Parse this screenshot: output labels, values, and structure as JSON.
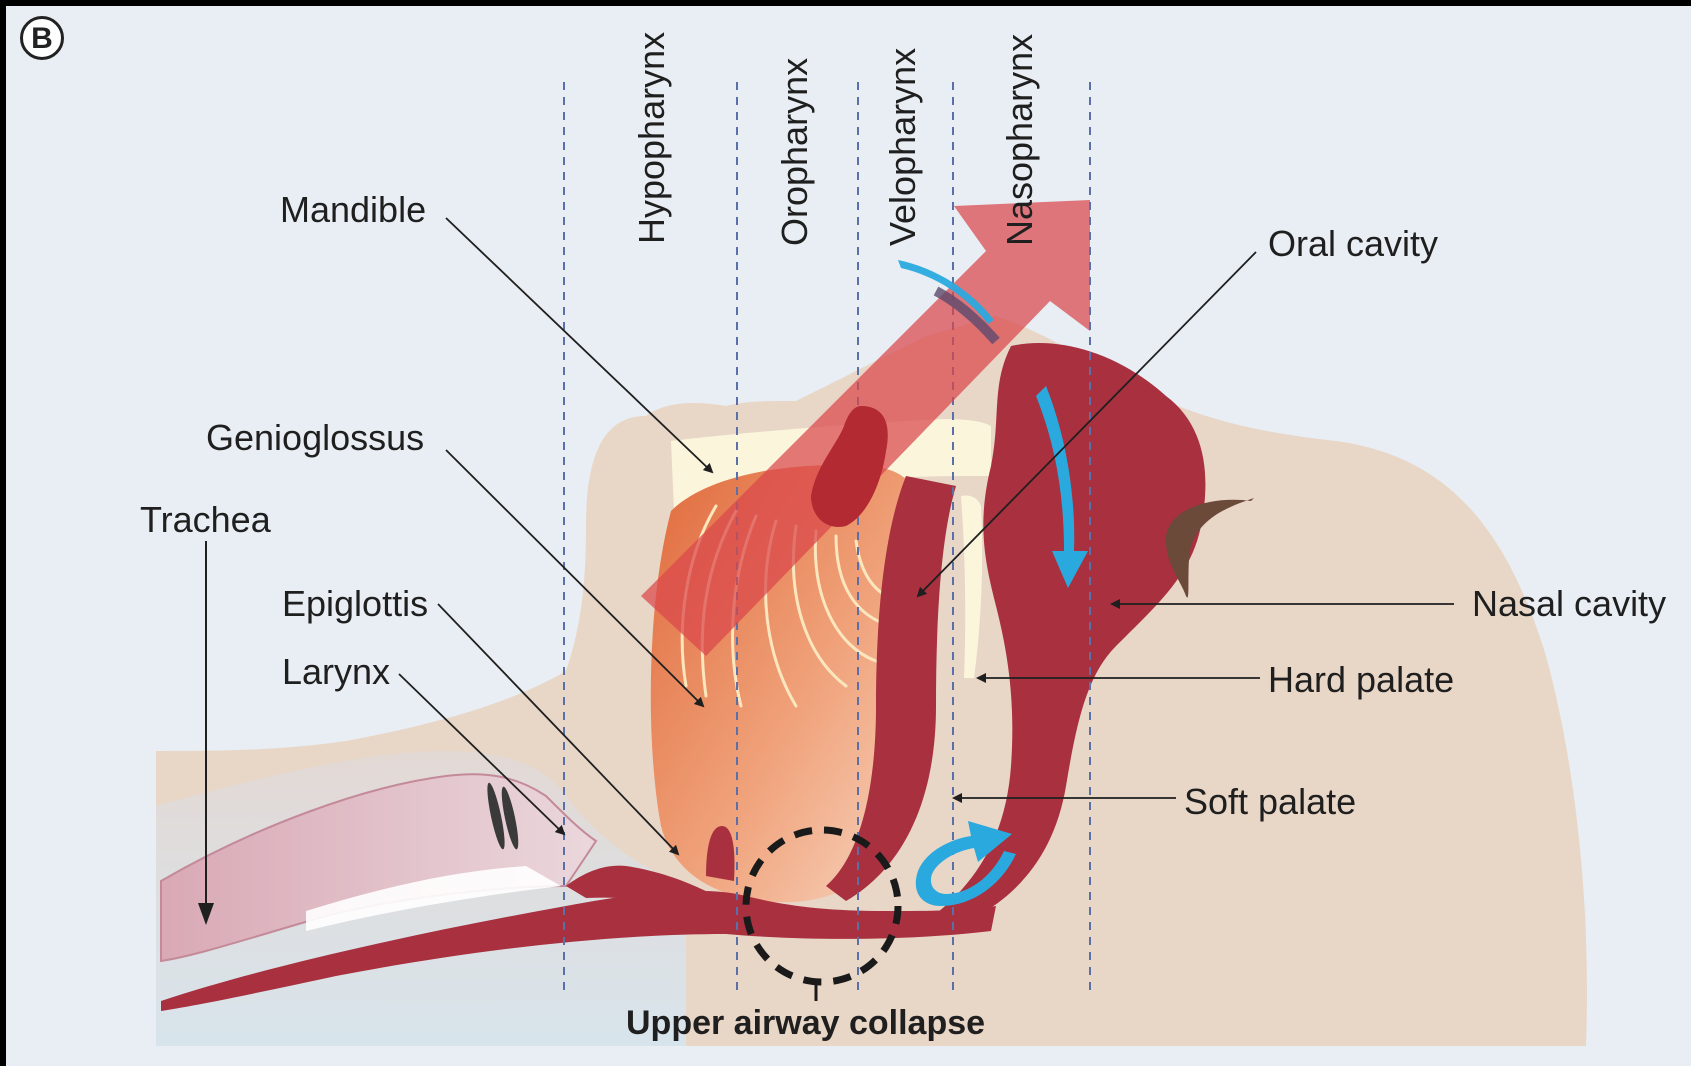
{
  "panel_label": "B",
  "zones": [
    "Hypopharynx",
    "Oropharynx",
    "Velopharynx",
    "Nasopharynx"
  ],
  "labels": {
    "mandible": "Mandible",
    "genioglossus": "Genioglossus",
    "trachea": "Trachea",
    "epiglottis": "Epiglottis",
    "larynx": "Larynx",
    "oral_cavity": "Oral cavity",
    "nasal_cavity": "Nasal cavity",
    "hard_palate": "Hard palate",
    "soft_palate": "Soft palate"
  },
  "caption": "Upper airway collapse",
  "colors": {
    "background": "#e8eef3",
    "skin": "#e8d6c7",
    "tissue": "#a8303f",
    "tongue_light": "#f4cbb0",
    "tongue_dark": "#d96440",
    "airflow_arrow": "#d9474b",
    "blue_arrow": "#2aa9de",
    "guide_line": "#5b6fa8"
  }
}
